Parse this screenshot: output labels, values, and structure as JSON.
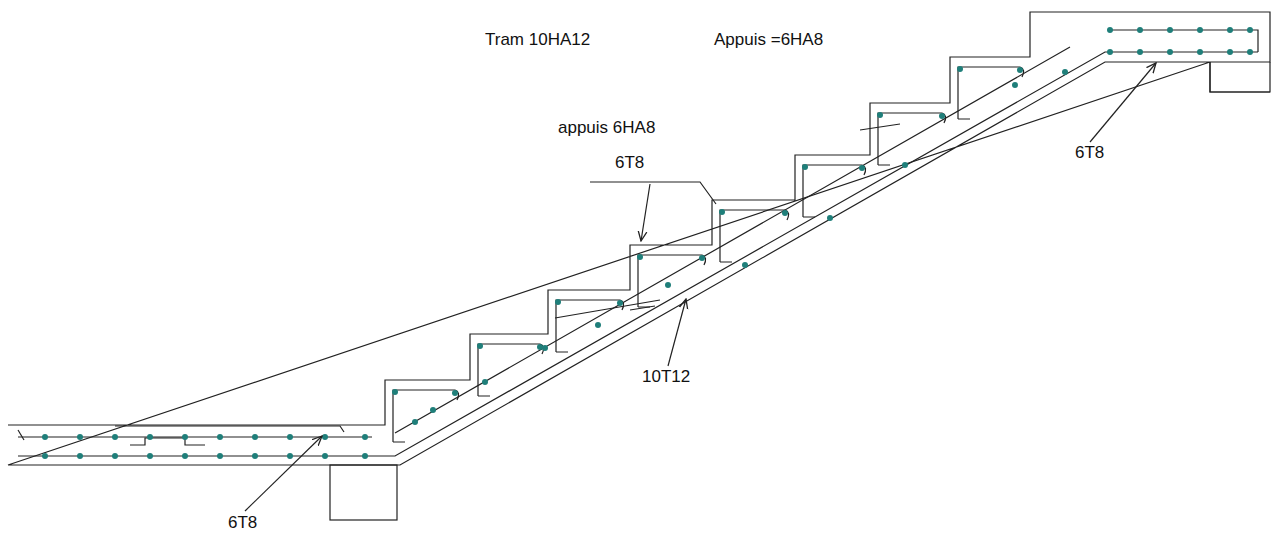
{
  "diagram": {
    "labels": [
      "Tram 10HA12",
      "Appuis =6HA8",
      "appuis 6HA8",
      "6T8",
      "6T8",
      "10T12",
      "6T8"
    ]
  }
}
